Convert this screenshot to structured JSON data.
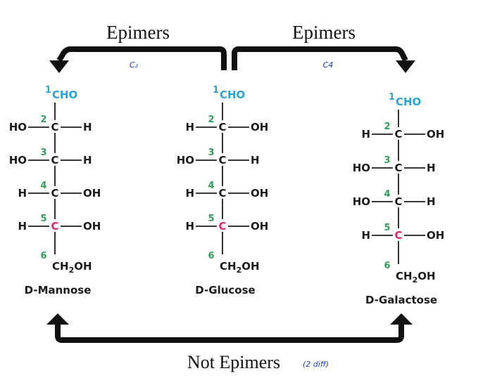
{
  "labels": {
    "epimers_left": "Epimers",
    "epimers_right": "Epimers",
    "c2_note": "C₂",
    "c4_note": "C4",
    "not_epimers": "Not Epimers",
    "not_epimers_note": "(2 diff)"
  },
  "molecules": [
    {
      "name": "D-Mannose",
      "top_number": "1",
      "top_group": "CHO",
      "rows": [
        {
          "num": "2",
          "left": "HO",
          "right": "H"
        },
        {
          "num": "3",
          "left": "HO",
          "right": "H"
        },
        {
          "num": "4",
          "left": "H",
          "right": "OH"
        },
        {
          "num": "5",
          "left": "H",
          "right": "OH"
        }
      ],
      "bottom_number": "6",
      "bottom_group": "CH2OH"
    },
    {
      "name": "D-Glucose",
      "top_number": "1",
      "top_group": "CHO",
      "rows": [
        {
          "num": "2",
          "left": "H",
          "right": "OH"
        },
        {
          "num": "3",
          "left": "HO",
          "right": "H"
        },
        {
          "num": "4",
          "left": "H",
          "right": "OH"
        },
        {
          "num": "5",
          "left": "H",
          "right": "OH"
        }
      ],
      "bottom_number": "6",
      "bottom_group": "CH2OH"
    },
    {
      "name": "D-Galactose",
      "top_number": "1",
      "top_group": "CHO",
      "rows": [
        {
          "num": "2",
          "left": "H",
          "right": "OH"
        },
        {
          "num": "3",
          "left": "HO",
          "right": "H"
        },
        {
          "num": "4",
          "left": "HO",
          "right": "H"
        },
        {
          "num": "5",
          "left": "H",
          "right": "OH"
        }
      ],
      "bottom_number": "6",
      "bottom_group": "CH2OH"
    }
  ],
  "colors": {
    "carbon_number": "#2e9e57",
    "aldehyde": "#25a4dc",
    "chiral_c5": "#e0245e",
    "annotation": "#1a3fd1",
    "arrow": "#111111"
  }
}
